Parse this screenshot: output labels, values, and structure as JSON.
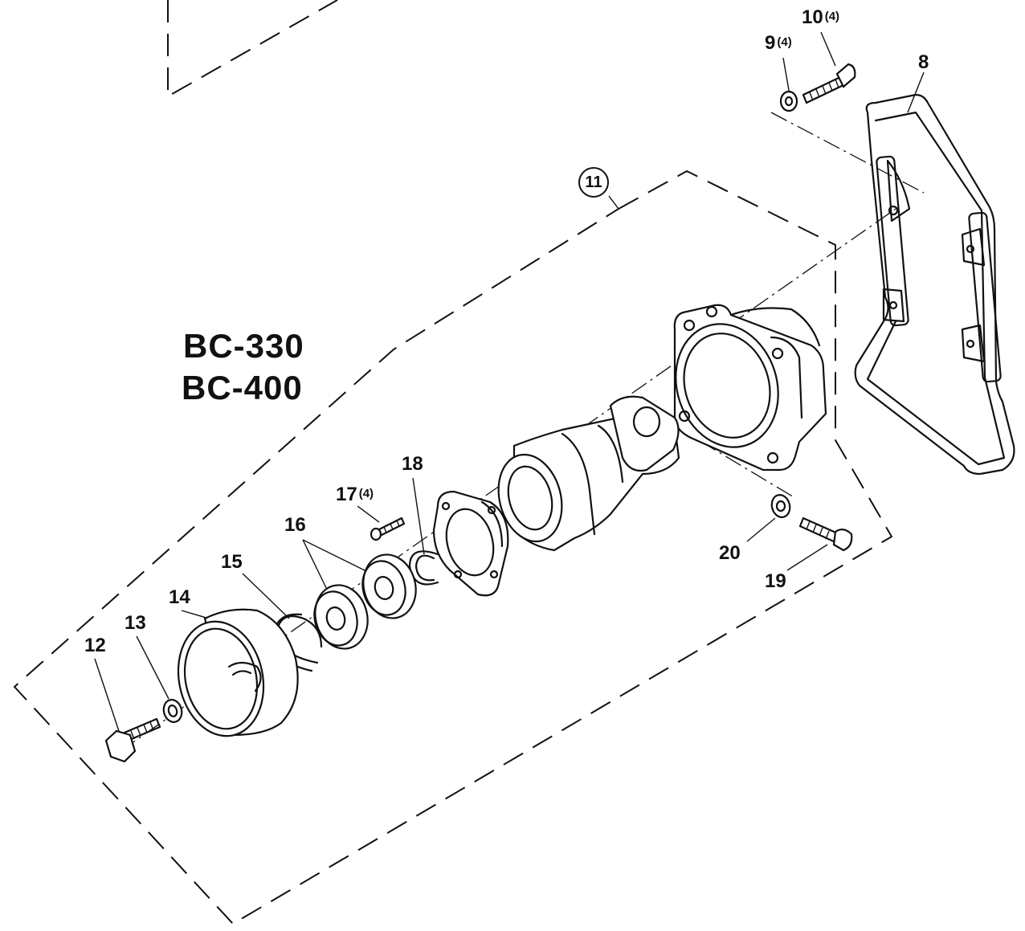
{
  "models": [
    "BC-330",
    "BC-400"
  ],
  "assembly_callout": "11",
  "callouts": [
    {
      "id": "8",
      "qty": ""
    },
    {
      "id": "9",
      "qty": "(4)"
    },
    {
      "id": "10",
      "qty": "(4)"
    },
    {
      "id": "12",
      "qty": ""
    },
    {
      "id": "13",
      "qty": ""
    },
    {
      "id": "14",
      "qty": ""
    },
    {
      "id": "15",
      "qty": ""
    },
    {
      "id": "16",
      "qty": ""
    },
    {
      "id": "17",
      "qty": "(4)"
    },
    {
      "id": "18",
      "qty": ""
    },
    {
      "id": "19",
      "qty": ""
    },
    {
      "id": "20",
      "qty": ""
    }
  ]
}
